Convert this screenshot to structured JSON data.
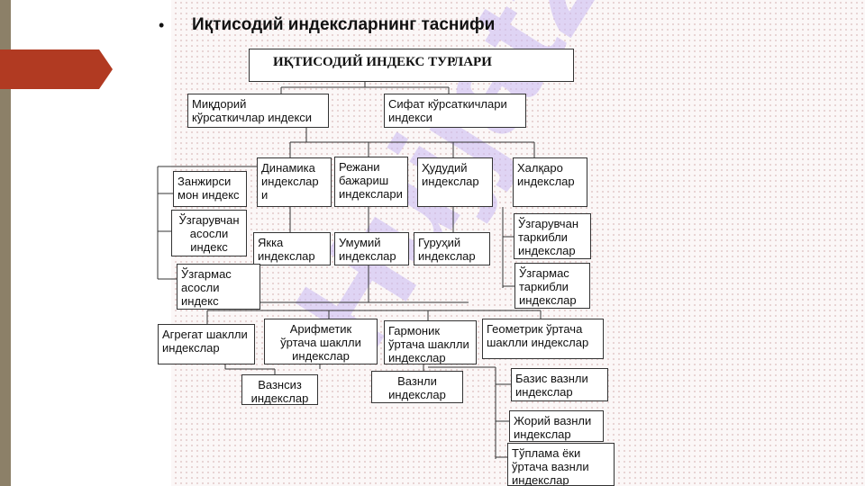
{
  "slide": {
    "bullet": "•",
    "title": "Иқтисодий индексларнинг таснифи",
    "watermark": "Hujjat24"
  },
  "boxes": {
    "root": "ИҚТИСОДИЙ ИНДЕКС ТУРЛАРИ",
    "quantity": "Миқдорий\nкўрсаткичлар индекси",
    "quality": "Сифат кўрсаткичлари\nиндекси",
    "dynamic": "Динамика\nиндекслар\nи",
    "plan": "Режани\nбажариш\nиндекслари",
    "regional": "Ҳудудий\nиндекслар",
    "international": "Халқаро\nиндекслар",
    "chain": "Занжирси\nмон индекс",
    "variable_base": "Ўзгарувчан\nасосли\nиндекс",
    "single": "Якка\nиндекслар",
    "general": "Умумий\nиндекслар",
    "group": "Гуруҳий\nиндекслар",
    "variable_comp": "Ўзгарувчан\nтаркибли\nиндекслар",
    "constant_comp": "Ўзгармас\nтаркибли\nиндекслар",
    "constant_base": "Ўзгармас\nасосли\nиндекс",
    "aggregate": "Агрегат шаклли\nиндекслар",
    "arithmetic": "Арифметик\nўртача шаклли\nиндекслар",
    "harmonic": "Гармоник\nўртача шаклли\nиндекслар",
    "geometric": "Геометрик ўртача\nшаклли индекслар",
    "unweighted": "Вазнсиз\nиндекслар",
    "weighted": "Вазнли\nиндекслар",
    "base_weighted": "Базис вазнли\nиндекслар",
    "current_weighted": "Жорий вазнли\nиндекслар",
    "cumulative": "Тўплама ёки\nўртача вазнли\nиндекслар"
  }
}
